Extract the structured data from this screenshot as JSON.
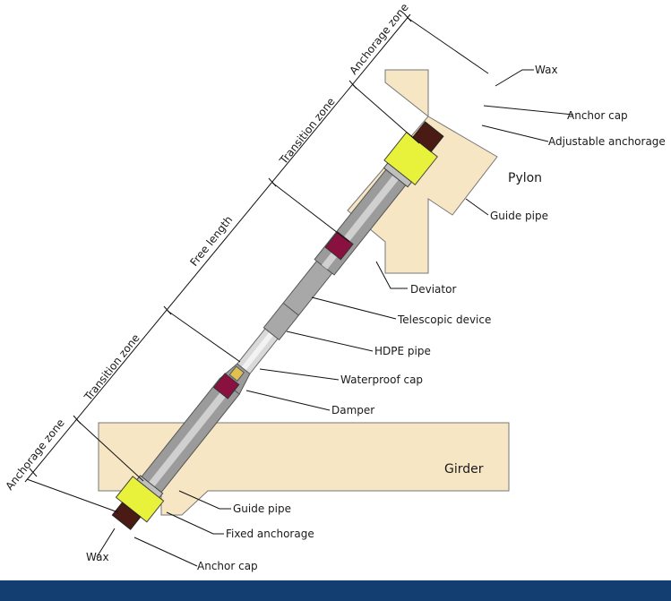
{
  "diagram": {
    "structures": {
      "pylon": "Pylon",
      "girder": "Girder"
    },
    "zones": {
      "anchorage_upper": "Anchorage zone",
      "transition_upper": "Transition zone",
      "free_length": "Free length",
      "transition_lower": "Transition zone",
      "anchorage_lower": "Anchorage zone"
    },
    "callouts": {
      "wax_top": "Wax",
      "anchor_cap_top": "Anchor cap",
      "adjustable_anchorage": "Adjustable anchorage",
      "guide_pipe_top": "Guide pipe",
      "deviator": "Deviator",
      "telescopic_device": "Telescopic device",
      "hdpe_pipe": "HDPE pipe",
      "waterproof_cap": "Waterproof cap",
      "damper": "Damper",
      "guide_pipe_bottom": "Guide pipe",
      "fixed_anchorage": "Fixed anchorage",
      "wax_bottom": "Wax",
      "anchor_cap_bottom": "Anchor cap"
    },
    "colors": {
      "concrete": "#f6e6c4",
      "anchorage_yellow": "#e8f23a",
      "damper_maroon": "#8a1040",
      "wax_dark": "#4a1a14",
      "pipe_gray": "#9b9b9b",
      "pipe_light": "#d9d9d9",
      "footer_blue": "#123e72"
    }
  }
}
